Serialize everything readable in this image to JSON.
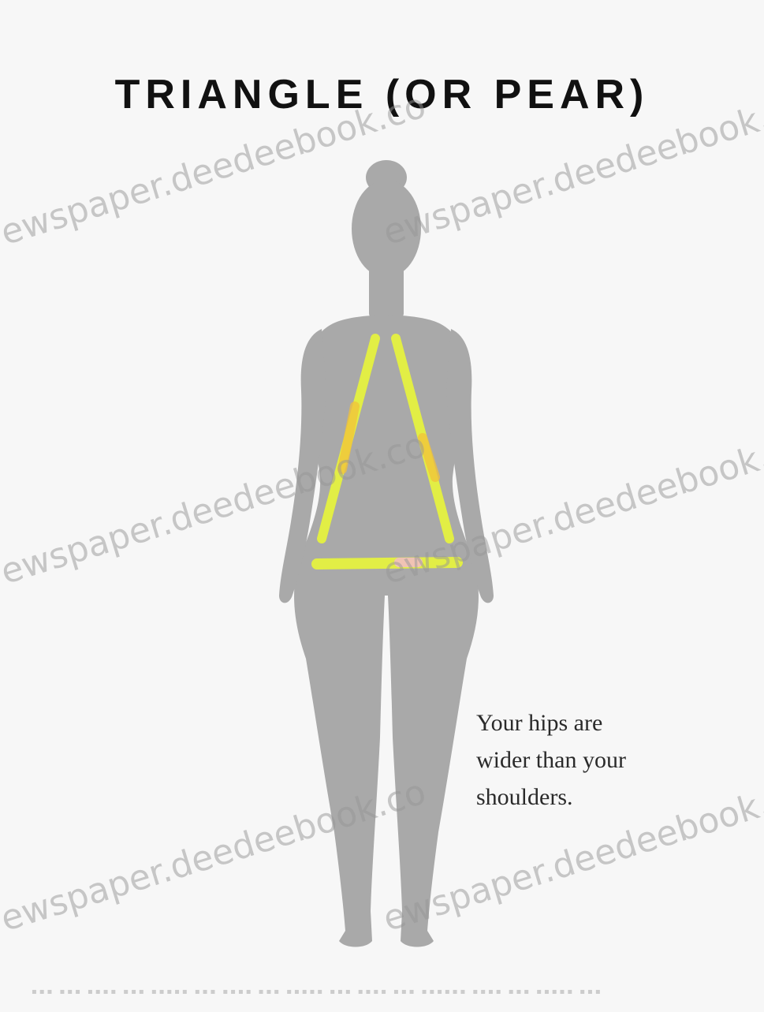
{
  "title": "TRIANGLE (OR PEAR)",
  "caption": {
    "line1": "Your hips are",
    "line2": "wider than your",
    "line3": "shoulders."
  },
  "watermark": {
    "text": "ewspaper.deedeebook.co"
  },
  "illustration": {
    "icon": "female-body-silhouette-icon",
    "silhouette_color": "#a9a9a9",
    "highlight_color": "#e8f53a",
    "highlight_shape": "triangle"
  },
  "colors": {
    "background": "#f7f7f7",
    "title": "#111111",
    "caption": "#2a2a2a"
  }
}
